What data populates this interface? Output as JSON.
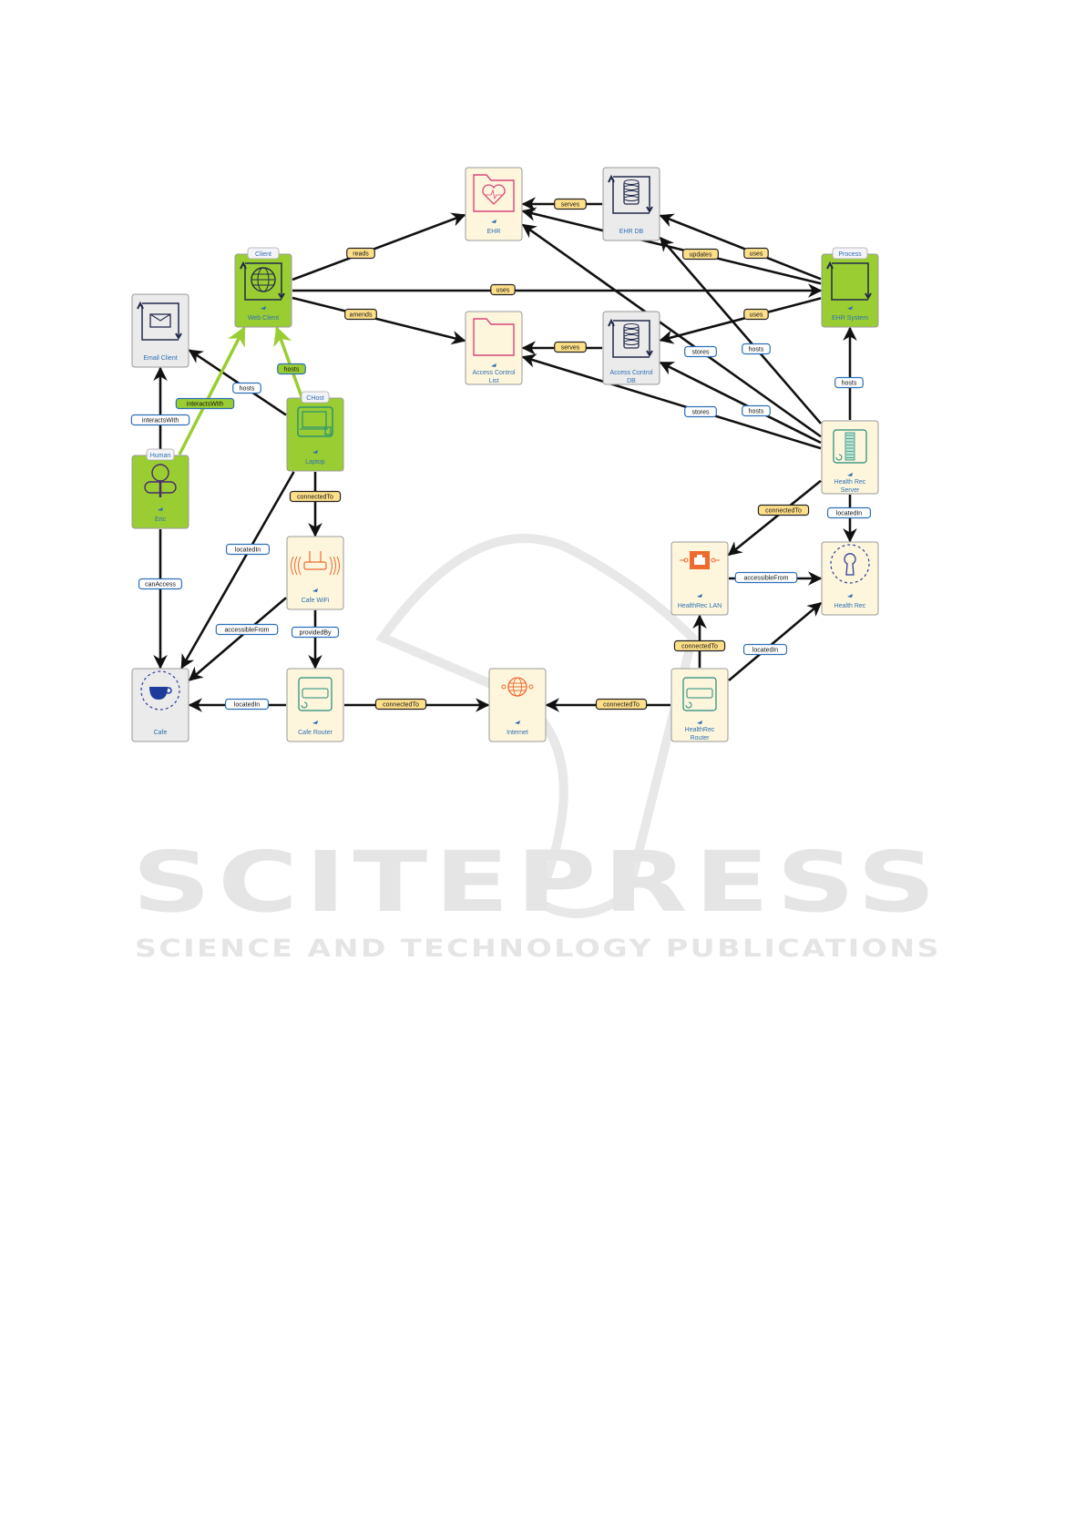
{
  "watermark": {
    "title": "SCITEPRESS",
    "subtitle": "SCIENCE AND TECHNOLOGY PUBLICATIONS"
  },
  "colors": {
    "green": "#9acd32",
    "cream": "#fdf6dc",
    "grey": "#ebebeb",
    "edge_yellow": "#ffe08a",
    "edge_blue": "#2d6fb5",
    "text_blue": "#2d6fb5"
  },
  "nodes": [
    {
      "id": "ehr",
      "label": [
        "EHR"
      ],
      "style": "cream",
      "icon": "heart-folder-icon"
    },
    {
      "id": "ehrdb",
      "label": [
        "EHR DB"
      ],
      "style": "grey",
      "icon": "database-icon"
    },
    {
      "id": "webclient",
      "label": [
        "Web Client"
      ],
      "style": "green",
      "tag": "Client",
      "icon": "globe-icon"
    },
    {
      "id": "ehrsystem",
      "label": [
        "EHR System"
      ],
      "style": "green",
      "tag": "Process",
      "icon": "process-icon"
    },
    {
      "id": "emailclient",
      "label": [
        "Email Client"
      ],
      "style": "grey",
      "icon": "envelope-icon"
    },
    {
      "id": "acl",
      "label": [
        "Access Control",
        "List"
      ],
      "style": "cream",
      "icon": "folder-icon"
    },
    {
      "id": "acdb",
      "label": [
        "Access Control",
        "DB"
      ],
      "style": "grey",
      "icon": "database-icon"
    },
    {
      "id": "laptop",
      "label": [
        "Laptop"
      ],
      "style": "green",
      "tag": "CHost",
      "icon": "laptop-icon"
    },
    {
      "id": "hrserver",
      "label": [
        "Health Rec",
        "Server"
      ],
      "style": "cream",
      "icon": "server-icon"
    },
    {
      "id": "eric",
      "label": [
        "Eric"
      ],
      "style": "green",
      "tag": "Human",
      "icon": "person-icon"
    },
    {
      "id": "cafewifi",
      "label": [
        "Cafe WiFi"
      ],
      "style": "cream",
      "icon": "wifi-router-icon"
    },
    {
      "id": "hrlan",
      "label": [
        "HealthRec LAN"
      ],
      "style": "cream",
      "icon": "lan-port-icon"
    },
    {
      "id": "healthrec",
      "label": [
        "Health Rec"
      ],
      "style": "cream",
      "icon": "keyhole-icon"
    },
    {
      "id": "cafe",
      "label": [
        "Cafe"
      ],
      "style": "grey",
      "icon": "coffee-cup-icon"
    },
    {
      "id": "caferouter",
      "label": [
        "Cafe Router"
      ],
      "style": "cream",
      "icon": "router-icon"
    },
    {
      "id": "internet",
      "label": [
        "Internet"
      ],
      "style": "cream",
      "icon": "internet-globe-icon"
    },
    {
      "id": "hrrouter",
      "label": [
        "HealthRec",
        "Router"
      ],
      "style": "cream",
      "icon": "router-icon"
    }
  ],
  "edges": [
    {
      "from": "webclient",
      "to": "ehr",
      "label": "reads",
      "style": "yellow"
    },
    {
      "from": "webclient",
      "to": "ehrsystem",
      "label": "uses",
      "style": "yellow"
    },
    {
      "from": "webclient",
      "to": "acl",
      "label": "amends",
      "style": "yellow"
    },
    {
      "from": "ehrdb",
      "to": "ehr",
      "label": "serves",
      "style": "yellow"
    },
    {
      "from": "ehrsystem",
      "to": "ehr",
      "label": "updates",
      "style": "yellow"
    },
    {
      "from": "ehrsystem",
      "to": "ehrdb",
      "label": "uses",
      "style": "yellow"
    },
    {
      "from": "ehrsystem",
      "to": "acdb",
      "label": "uses",
      "style": "yellow"
    },
    {
      "from": "acdb",
      "to": "acl",
      "label": "serves",
      "style": "yellow"
    },
    {
      "from": "hrserver",
      "to": "ehr",
      "label": "stores",
      "style": "white"
    },
    {
      "from": "hrserver",
      "to": "ehrdb",
      "label": "hosts",
      "style": "white"
    },
    {
      "from": "hrserver",
      "to": "acdb",
      "label": "hosts",
      "style": "white"
    },
    {
      "from": "hrserver",
      "to": "acl",
      "label": "stores",
      "style": "white"
    },
    {
      "from": "hrserver",
      "to": "ehrsystem",
      "label": "hosts",
      "style": "white"
    },
    {
      "from": "hrserver",
      "to": "hrlan",
      "label": "connectedTo",
      "style": "yellow"
    },
    {
      "from": "hrserver",
      "to": "healthrec",
      "label": "locatedIn",
      "style": "white"
    },
    {
      "from": "hrlan",
      "to": "healthrec",
      "label": "accessibleFrom",
      "style": "white"
    },
    {
      "from": "hrrouter",
      "to": "hrlan",
      "label": "connectedTo",
      "style": "yellow"
    },
    {
      "from": "hrrouter",
      "to": "healthrec",
      "label": "locatedIn",
      "style": "white"
    },
    {
      "from": "hrrouter",
      "to": "internet",
      "label": "connectedTo",
      "style": "yellow"
    },
    {
      "from": "caferouter",
      "to": "internet",
      "label": "connectedTo",
      "style": "yellow"
    },
    {
      "from": "caferouter",
      "to": "cafe",
      "label": "locatedIn",
      "style": "white"
    },
    {
      "from": "cafewifi",
      "to": "caferouter",
      "label": "providedBy",
      "style": "white"
    },
    {
      "from": "cafewifi",
      "to": "cafe",
      "label": "accessibleFrom",
      "style": "white"
    },
    {
      "from": "laptop",
      "to": "cafewifi",
      "label": "connectedTo",
      "style": "yellow"
    },
    {
      "from": "laptop",
      "to": "cafe",
      "label": "locatedIn",
      "style": "white"
    },
    {
      "from": "laptop",
      "to": "emailclient",
      "label": "hosts",
      "style": "white"
    },
    {
      "from": "laptop",
      "to": "webclient",
      "label": "hosts",
      "style": "green"
    },
    {
      "from": "eric",
      "to": "webclient",
      "label": "interactsWith",
      "style": "green"
    },
    {
      "from": "eric",
      "to": "emailclient",
      "label": "interactsWith",
      "style": "white"
    },
    {
      "from": "eric",
      "to": "cafe",
      "label": "canAccess",
      "style": "white"
    }
  ]
}
